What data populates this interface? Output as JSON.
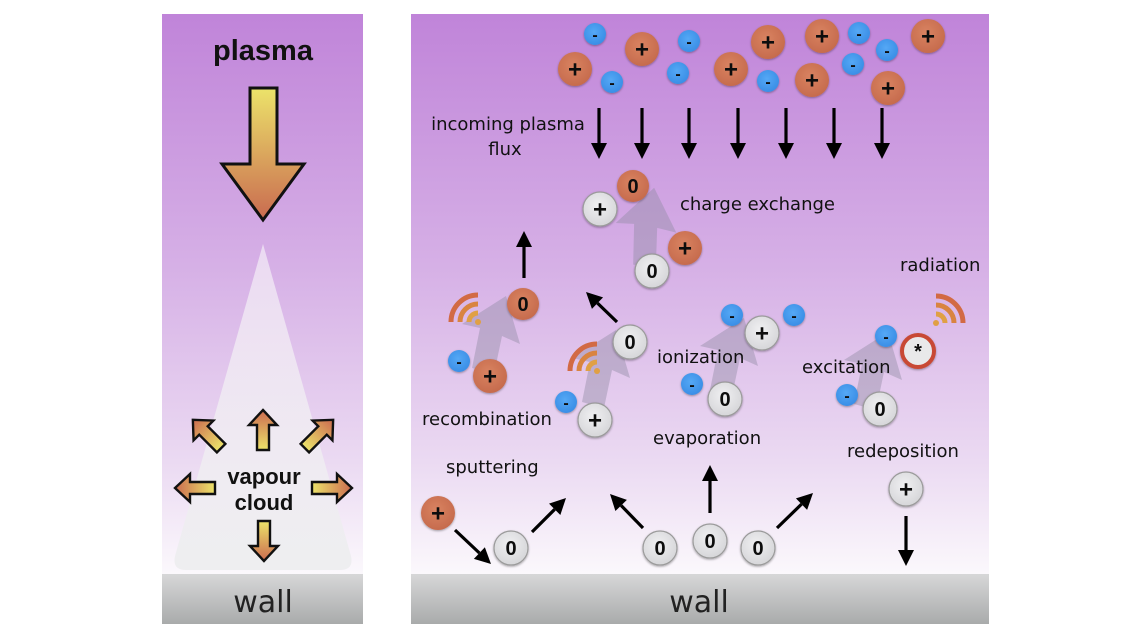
{
  "left_panel": {
    "title": "plasma",
    "cloud_label_line1": "vapour",
    "cloud_label_line2": "cloud",
    "wall_label": "wall"
  },
  "right_panel": {
    "wall_label": "wall",
    "labels": {
      "incoming_line1": "incoming plasma",
      "incoming_line2": "flux",
      "charge_exchange": "charge exchange",
      "radiation": "radiation",
      "recombination": "recombination",
      "ionization": "ionization",
      "excitation": "excitation",
      "evaporation": "evaporation",
      "sputtering": "sputtering",
      "redeposition": "redeposition"
    }
  },
  "particle_symbols": {
    "ion": "+",
    "electron": "-",
    "neutral": "0",
    "excited": "*"
  },
  "colors": {
    "plasma_top": "#c084d9",
    "plasma_bottom": "#faf5fc",
    "ion": "#cc7755",
    "electron": "#4499ee",
    "neutral": "#e4e4e6",
    "excited_ring": "#cc4433",
    "wall": "#b8b8b8",
    "arrow_yellow": "#ece36a",
    "arrow_orange": "#c96a50"
  },
  "plasma_particles": [
    {
      "type": "electron"
    },
    {
      "type": "ion"
    },
    {
      "type": "electron"
    },
    {
      "type": "ion"
    },
    {
      "type": "electron"
    },
    {
      "type": "electron"
    },
    {
      "type": "ion"
    },
    {
      "type": "electron"
    },
    {
      "type": "ion"
    },
    {
      "type": "ion"
    },
    {
      "type": "electron"
    },
    {
      "type": "ion"
    },
    {
      "type": "electron"
    },
    {
      "type": "electron"
    },
    {
      "type": "electron"
    },
    {
      "type": "ion"
    },
    {
      "type": "ion"
    }
  ]
}
